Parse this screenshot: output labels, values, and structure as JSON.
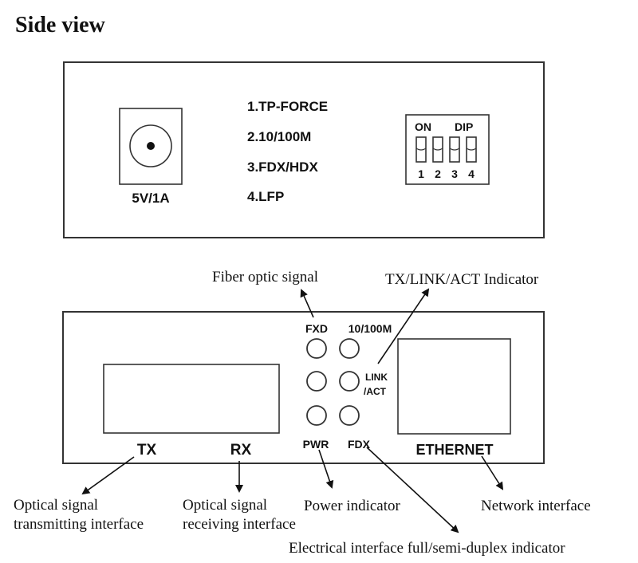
{
  "title": "Side view",
  "side_panel": {
    "power_label": "5V/1A",
    "dip_options": [
      "1.TP-FORCE",
      "2.10/100M",
      "3.FDX/HDX",
      "4.LFP"
    ],
    "dip_switch": {
      "on_label": "ON",
      "dip_label": "DIP",
      "switch_numbers": [
        "1",
        "2",
        "3",
        "4"
      ]
    }
  },
  "front_panel": {
    "tx_label": "TX",
    "rx_label": "RX",
    "fxd_label": "FXD",
    "speed_label": "10/100M",
    "link_label": "LINK",
    "act_label": "/ACT",
    "pwr_label": "PWR",
    "fdx_label": "FDX",
    "ethernet_label": "ETHERNET"
  },
  "annotations": {
    "fiber_optic_signal": "Fiber optic signal",
    "tx_link_act_indicator": "TX/LINK/ACT Indicator",
    "optical_tx_line1": "Optical signal",
    "optical_tx_line2": "transmitting interface",
    "optical_rx_line1": "Optical signal",
    "optical_rx_line2": "receiving interface",
    "power_indicator": "Power indicator",
    "network_interface": "Network interface",
    "duplex_indicator": "Electrical interface full/semi-duplex indicator"
  }
}
